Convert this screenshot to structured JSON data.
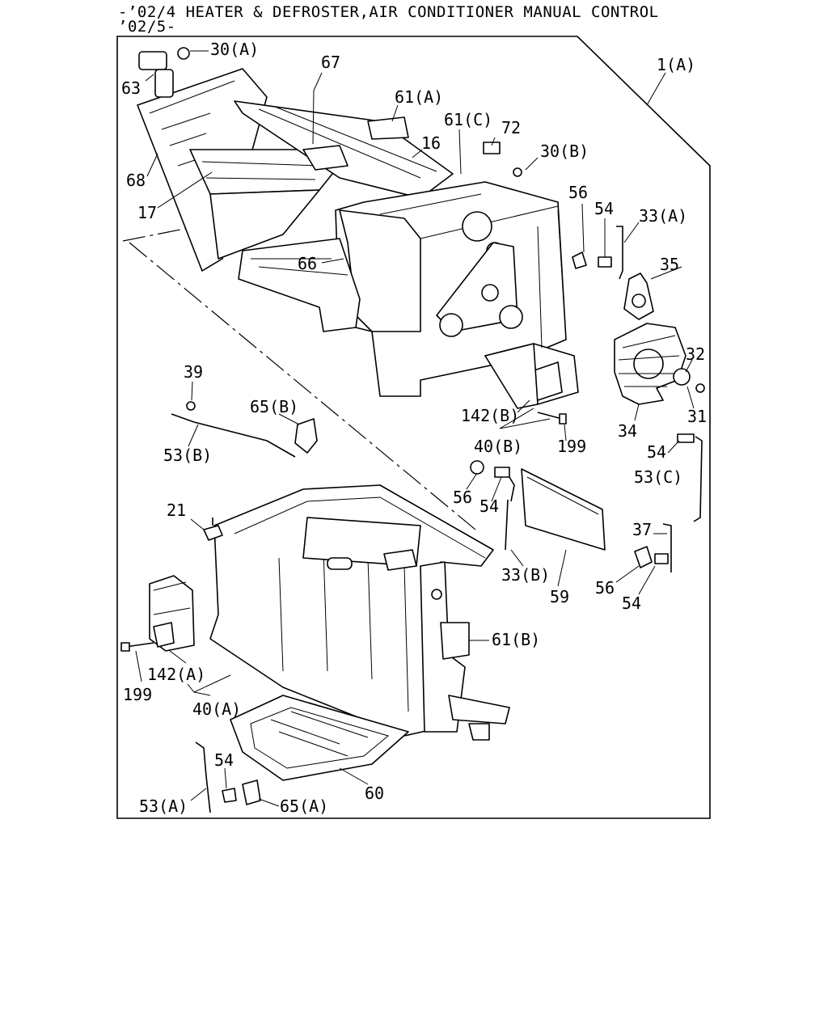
{
  "header": {
    "line1": "-’02/4 HEATER & DEFROSTER,AIR CONDITIONER MANUAL CONTROL",
    "line2": "’02/5-"
  },
  "callouts": [
    {
      "id": "30a",
      "text": "30(A)"
    },
    {
      "id": "63",
      "text": "63"
    },
    {
      "id": "67",
      "text": "67"
    },
    {
      "id": "61a",
      "text": "61(A)"
    },
    {
      "id": "1a",
      "text": "1(A)"
    },
    {
      "id": "61c",
      "text": "61(C)"
    },
    {
      "id": "72",
      "text": "72"
    },
    {
      "id": "16",
      "text": "16"
    },
    {
      "id": "30b",
      "text": "30(B)"
    },
    {
      "id": "68",
      "text": "68"
    },
    {
      "id": "56a",
      "text": "56"
    },
    {
      "id": "54a",
      "text": "54"
    },
    {
      "id": "33a",
      "text": "33(A)"
    },
    {
      "id": "17",
      "text": "17"
    },
    {
      "id": "35",
      "text": "35"
    },
    {
      "id": "66",
      "text": "66"
    },
    {
      "id": "32",
      "text": "32"
    },
    {
      "id": "39",
      "text": "39"
    },
    {
      "id": "65b",
      "text": "65(B)"
    },
    {
      "id": "142b",
      "text": "142(B)"
    },
    {
      "id": "31",
      "text": "31"
    },
    {
      "id": "34",
      "text": "34"
    },
    {
      "id": "53b",
      "text": "53(B)"
    },
    {
      "id": "40b",
      "text": "40(B)"
    },
    {
      "id": "199a",
      "text": "199"
    },
    {
      "id": "54b",
      "text": "54"
    },
    {
      "id": "53c",
      "text": "53(C)"
    },
    {
      "id": "56b",
      "text": "56"
    },
    {
      "id": "21",
      "text": "21"
    },
    {
      "id": "54c",
      "text": "54"
    },
    {
      "id": "37",
      "text": "37"
    },
    {
      "id": "33b",
      "text": "33(B)"
    },
    {
      "id": "56c",
      "text": "56"
    },
    {
      "id": "59",
      "text": "59"
    },
    {
      "id": "54d",
      "text": "54"
    },
    {
      "id": "61b",
      "text": "61(B)"
    },
    {
      "id": "142a",
      "text": "142(A)"
    },
    {
      "id": "199b",
      "text": "199"
    },
    {
      "id": "40a",
      "text": "40(A)"
    },
    {
      "id": "60",
      "text": "60"
    },
    {
      "id": "54e",
      "text": "54"
    },
    {
      "id": "53a",
      "text": "53(A)"
    },
    {
      "id": "65a",
      "text": "65(A)"
    }
  ]
}
